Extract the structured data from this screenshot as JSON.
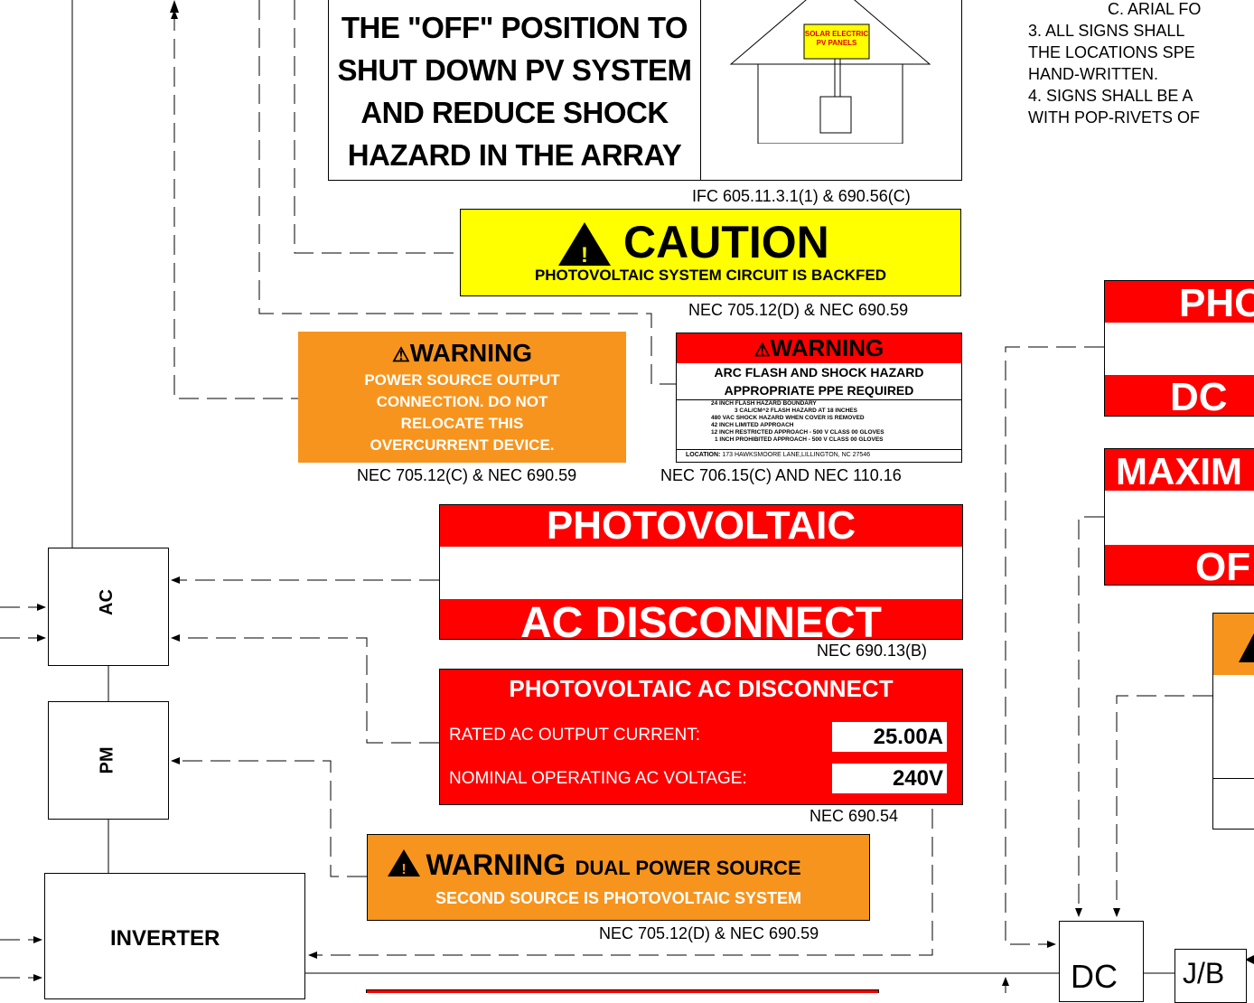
{
  "placard_top": {
    "text_lines": [
      "THE \"OFF\" POSITION TO",
      "SHUT DOWN PV SYSTEM",
      "AND REDUCE SHOCK",
      "HAZARD IN THE ARRAY"
    ],
    "house_label_line1": "SOLAR ELECTRIC",
    "house_label_line2": "PV PANELS",
    "ref": "IFC 605.11.3.1(1) & 690.56(C)"
  },
  "caution_label": {
    "title": "CAUTION",
    "subtitle": "PHOTOVOLTAIC SYSTEM CIRCUIT IS BACKFED",
    "ref": "NEC 705.12(D) & NEC 690.59"
  },
  "warning_overcurrent": {
    "title": "WARNING",
    "lines": [
      "POWER SOURCE OUTPUT",
      "CONNECTION. DO NOT",
      "RELOCATE THIS",
      "OVERCURRENT DEVICE."
    ],
    "ref": "NEC 705.12(C) & NEC 690.59"
  },
  "warning_arcflash": {
    "title": "WARNING",
    "line1": "ARC FLASH AND SHOCK HAZARD",
    "line2": "APPROPRIATE PPE REQUIRED",
    "details": [
      "24 INCH  FLASH HAZARD BOUNDARY",
      "3  CAL/CM^2 FLASH HAZARD AT 18 INCHES",
      "480 VAC  SHOCK HAZARD WHEN COVER IS REMOVED",
      "42 INCH  LIMITED APPROACH",
      "12 INCH  RESTRICTED APPROACH - 500 V CLASS 00 GLOVES",
      "1 INCH  PROHIBITED APPROACH - 500 V CLASS 00 GLOVES"
    ],
    "location_label": "LOCATION:",
    "location_value": "173 HAWKSMOORE LANE,LILLINGTON, NC  27546",
    "ref": "NEC 706.15(C) AND NEC 110.16"
  },
  "pv_ac_disconnect": {
    "top": "PHOTOVOLTAIC",
    "bottom": "AC DISCONNECT",
    "ref": "NEC 690.13(B)"
  },
  "pv_ac_rating": {
    "title": "PHOTOVOLTAIC AC DISCONNECT",
    "row1_label": "RATED AC OUTPUT CURRENT:",
    "row1_value": "25.00A",
    "row2_label": "NOMINAL OPERATING AC VOLTAGE:",
    "row2_value": "240V",
    "ref": "NEC 690.54"
  },
  "warning_dual": {
    "title": "WARNING",
    "title_suffix": "DUAL POWER SOURCE",
    "line2": "SECOND SOURCE IS PHOTOVOLTAIC SYSTEM",
    "ref": "NEC 705.12(D) & NEC 690.59"
  },
  "components": {
    "ac": "AC",
    "pm": "PM",
    "inverter": "INVERTER",
    "dc": "DC",
    "jb": "J/B"
  },
  "right_labels": {
    "pho": "PHO",
    "dc": "DC",
    "maxim": "MAXIM",
    "of": "OF"
  },
  "notes": {
    "line1": "C.    ARIAL FO",
    "line2": "3.  ALL SIGNS SHALL",
    "line3": "THE LOCATIONS SPE",
    "line4": "HAND-WRITTEN.",
    "line5": "4.  SIGNS SHALL BE A",
    "line6": "WITH POP-RIVETS OF"
  },
  "colors": {
    "red": "#ff0000",
    "yellow": "#ffff00",
    "orange": "#f7941d"
  }
}
